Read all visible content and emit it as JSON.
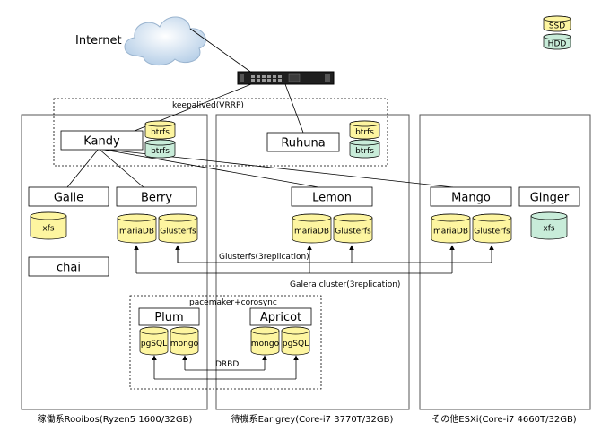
{
  "internet": {
    "label": "Internet"
  },
  "keepalived": {
    "label": "keepalived(VRRP)"
  },
  "legend": {
    "ssd": "SSD",
    "hdd": "HDD"
  },
  "colors": {
    "ssd": "#fdf5a0",
    "hdd": "#c8ecd9",
    "cloud": "#cfe0f0",
    "frame": "#555555"
  },
  "hosts": [
    {
      "label": "稼働系Rooibos(Ryzen5 1600/32GB)"
    },
    {
      "label": "待機系Earlgrey(Core-i7 3770T/32GB)"
    },
    {
      "label": "その他ESXi(Core-i7 4660T/32GB)"
    }
  ],
  "nodes": {
    "kandy": "Kandy",
    "ruhuna": "Ruhuna",
    "galle": "Galle",
    "berry": "Berry",
    "lemon": "Lemon",
    "mango": "Mango",
    "ginger": "Ginger",
    "chai": "chai",
    "plum": "Plum",
    "apricot": "Apricot"
  },
  "disks": {
    "btrfs": "btrfs",
    "xfs": "xfs",
    "mariadb": "mariaDB",
    "glusterfs": "Glusterfs",
    "pgsql": "pgSQL",
    "mongo": "mongo"
  },
  "links": {
    "glusterfs": "Glusterfs(3replication)",
    "galera": "Galera cluster(3replication)",
    "pacemaker": "pacemaker+corosync",
    "drbd": "DRBD"
  }
}
